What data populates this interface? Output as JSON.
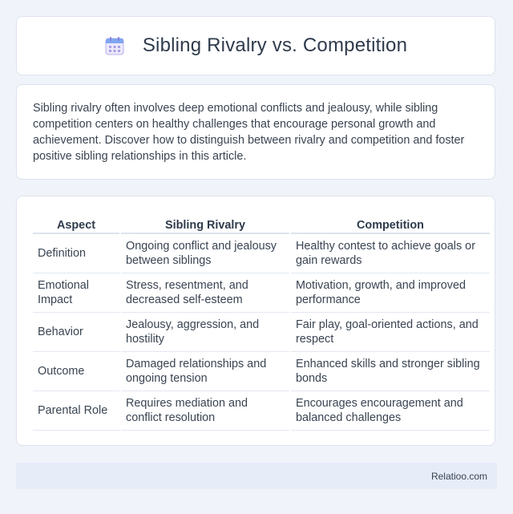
{
  "header": {
    "title": "Sibling Rivalry vs. Competition",
    "icon": "calendar-icon"
  },
  "intro": {
    "text": "Sibling rivalry often involves deep emotional conflicts and jealousy, while sibling competition centers on healthy challenges that encourage personal growth and achievement. Discover how to distinguish between rivalry and competition and foster positive sibling relationships in this article."
  },
  "table": {
    "headers": [
      "Aspect",
      "Sibling Rivalry",
      "Competition"
    ],
    "rows": [
      [
        "Definition",
        "Ongoing conflict and jealousy between siblings",
        "Healthy contest to achieve goals or gain rewards"
      ],
      [
        "Emotional Impact",
        "Stress, resentment, and decreased self-esteem",
        "Motivation, growth, and improved performance"
      ],
      [
        "Behavior",
        "Jealousy, aggression, and hostility",
        "Fair play, goal-oriented actions, and respect"
      ],
      [
        "Outcome",
        "Damaged relationships and ongoing tension",
        "Enhanced skills and stronger sibling bonds"
      ],
      [
        "Parental Role",
        "Requires mediation and conflict resolution",
        "Encourages encouragement and balanced challenges"
      ]
    ]
  },
  "footer": {
    "brand": "Relatioo.com"
  },
  "colors": {
    "background": "#f0f3f9",
    "card": "#ffffff",
    "footer": "#e6ecf8",
    "icon_accent": "#7a6fd8"
  }
}
